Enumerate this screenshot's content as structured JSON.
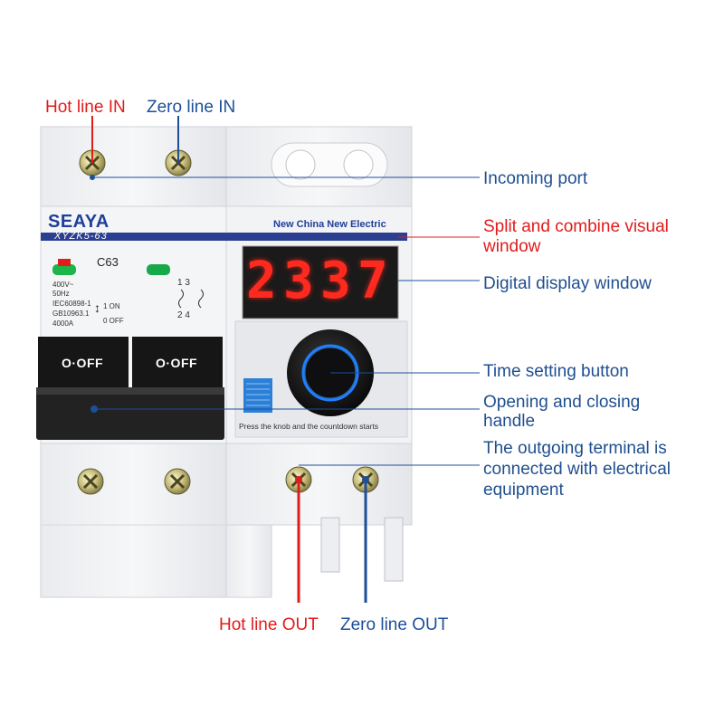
{
  "labels": {
    "hot_line_in": "Hot line IN",
    "zero_line_in": "Zero line IN",
    "hot_line_out": "Hot line OUT",
    "zero_line_out": "Zero line OUT"
  },
  "callouts": {
    "incoming_port": "Incoming port",
    "split_window_1": "Split and combine visual",
    "split_window_2": "window",
    "digital_display": "Digital display window",
    "time_setting": "Time setting button",
    "handle_1": "Opening and closing",
    "handle_2": "handle",
    "outgoing_1": "The outgoing terminal is",
    "outgoing_2": "connected with electrical",
    "outgoing_3": "equipment"
  },
  "device": {
    "brand": "SEAYA",
    "model": "XYZK5-63",
    "slogan": "New China  New Electric",
    "rating": "C63",
    "spec_lines": [
      "400V~",
      "50Hz",
      "IEC60898-1",
      "GB10963.1",
      "4000A"
    ],
    "on_label": "1 ON",
    "off_label": "0 OFF",
    "terminals_top": "1   3",
    "terminals_bottom": "2   4",
    "switch_left": "O·OFF",
    "switch_right": "O·OFF",
    "display_digits": [
      "2",
      "3",
      "3",
      "7"
    ],
    "knob_hint": "Press the knob and the countdown starts"
  },
  "colors": {
    "hot": "#e21b1b",
    "zero": "#1d4f9a",
    "display": "#ff2a1f",
    "knob_ring": "#1e7fff"
  }
}
